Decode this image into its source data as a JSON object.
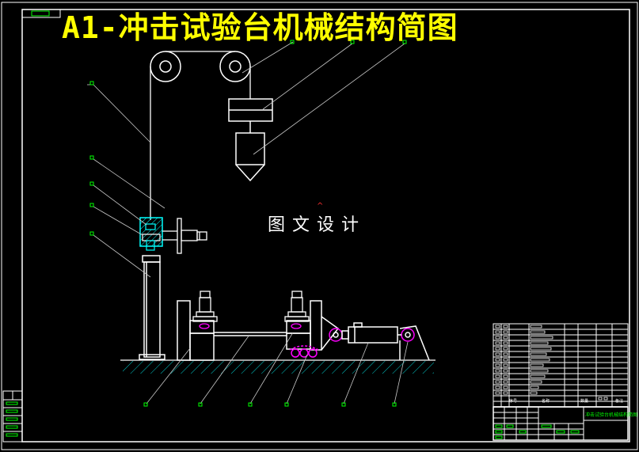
{
  "drawing": {
    "title": "A1-冲击试验台机械结构简图",
    "watermark": "图文设计",
    "colors": {
      "background": "#000000",
      "line": "#ffffff",
      "title": "#ffff00",
      "accent_cyan": "#00ffff",
      "accent_magenta": "#ff00ff",
      "hatch": "#00c8c8",
      "leader": "#c8c8c8",
      "tag_green": "#00ff00"
    }
  },
  "title_block": {
    "row_label_1": "序号",
    "row_label_2": "名称",
    "row_label_3": "数量",
    "row_label_4": "备注",
    "drawing_name": "冲击试验台机械结构简图"
  }
}
